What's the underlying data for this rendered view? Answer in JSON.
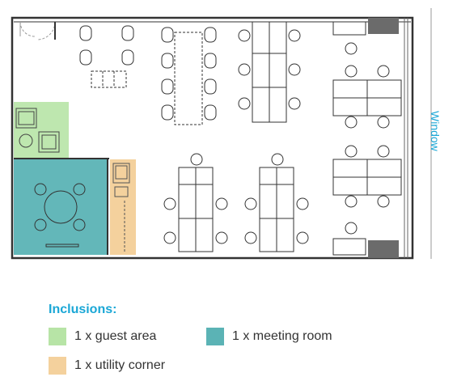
{
  "window_label": "Window",
  "inclusions": {
    "title": "Inclusions:",
    "items": [
      {
        "label": "1 x guest area",
        "color": "#b7e4a6"
      },
      {
        "label": "1 x meeting room",
        "color": "#5bb3b5"
      },
      {
        "label": "1 x utility corner",
        "color": "#f4d19d"
      }
    ]
  },
  "colors": {
    "accent": "#1aa7d6",
    "wall": "#333333",
    "column": "#555555"
  }
}
